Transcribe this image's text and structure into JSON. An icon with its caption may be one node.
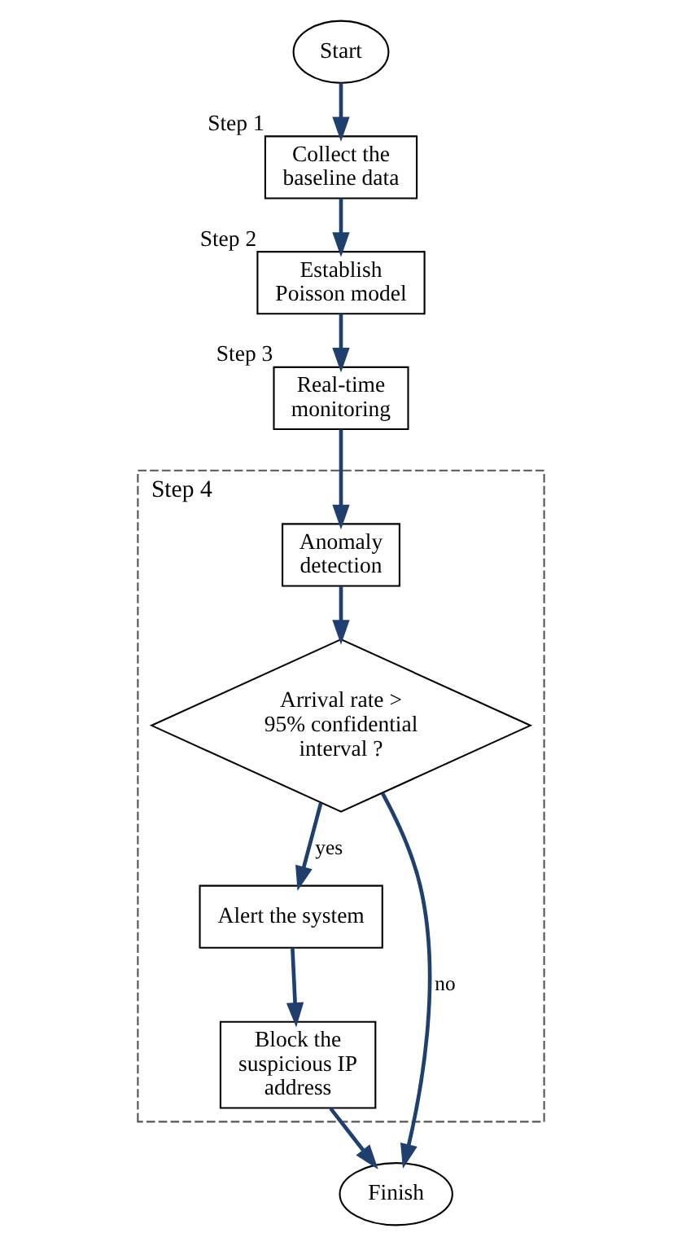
{
  "diagram": {
    "nodes": [
      {
        "text": [
          "Start"
        ]
      },
      {
        "text": [
          "Collect the baseline data"
        ],
        "beside": [
          "Step 1"
        ]
      },
      {
        "text": [
          "Establish Poisson model"
        ],
        "beside": [
          "Step 2"
        ]
      },
      {
        "text": [
          "Real-time monitoring"
        ],
        "beside": [
          "Step 3"
        ]
      },
      {
        "text": [
          "Step 4"
        ]
      },
      {
        "text": [
          "Anomaly detection"
        ],
        "in": 4
      },
      {
        "text": [
          "Arrival rate > 95% confidential interval ?"
        ],
        "in": 4
      },
      {
        "text": [
          "Alert the system"
        ],
        "in": 4
      },
      {
        "text": [
          "Block the suspicious IP address"
        ],
        "in": 4
      },
      {
        "text": [
          "Finish"
        ]
      }
    ],
    "edges": [
      {
        "from": 0,
        "to": 1,
        "arrow": "to"
      },
      {
        "from": 1,
        "to": 2,
        "arrow": "to"
      },
      {
        "from": 2,
        "to": 3,
        "arrow": "to"
      },
      {
        "from": 3,
        "to": 5,
        "arrow": "to"
      },
      {
        "from": 5,
        "to": 6,
        "arrow": "to"
      },
      {
        "from": 6,
        "to": 7,
        "arrow": "to",
        "label": "yes"
      },
      {
        "from": 7,
        "to": 8,
        "arrow": "to"
      },
      {
        "from": 8,
        "to": 9,
        "arrow": "to"
      },
      {
        "from": 6,
        "to": 9,
        "arrow": "to",
        "label": "no"
      }
    ]
  }
}
